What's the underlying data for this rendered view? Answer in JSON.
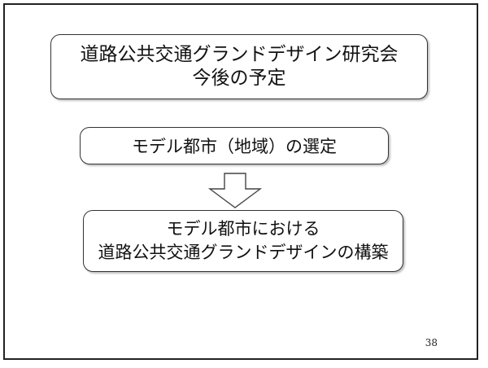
{
  "slide": {
    "title_box": {
      "line1": "道路公共交通グランドデザイン研究会",
      "line2": "今後の予定"
    },
    "step1": {
      "label": "モデル都市（地域）の選定"
    },
    "step2": {
      "line1": "モデル都市における",
      "line2": "道路公共交通グランドデザインの構築"
    },
    "page_number": "38"
  },
  "colors": {
    "border": "#333333",
    "text": "#111111",
    "background": "#ffffff"
  },
  "icons": {
    "arrow": "down-arrow-icon"
  }
}
